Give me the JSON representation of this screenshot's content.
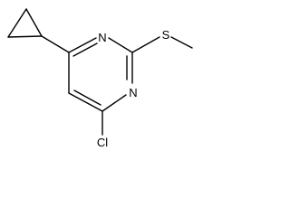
{
  "molecule": {
    "atoms": {
      "n1": "N",
      "n3": "N",
      "s": "S",
      "cl": "Cl"
    }
  }
}
